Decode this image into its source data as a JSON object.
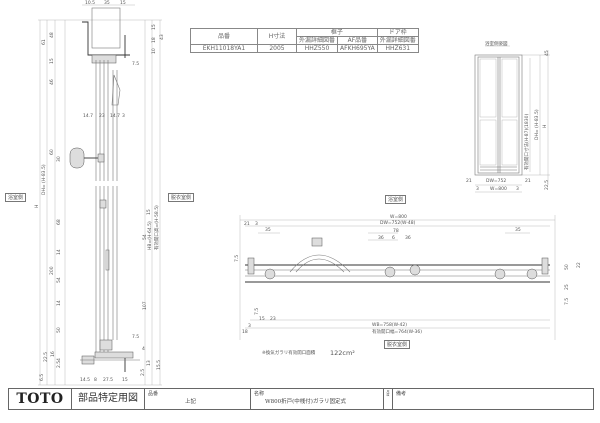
{
  "spec_table": {
    "headers": {
      "part_no": "品番",
      "h_dim": "H寸法",
      "frame": "框子",
      "door_frame": "ドア枠"
    },
    "sub_headers": [
      "外漏詳細図番",
      "AF品番",
      "外漏詳細図番"
    ],
    "row": [
      "EKH11018YA1",
      "2005",
      "HHZ550",
      "AFKH695YA",
      "HHZ631"
    ]
  },
  "section_view": {
    "side_left": "浴室側",
    "side_right": "脱衣室側",
    "top_dims": [
      "10.5",
      "35",
      "15"
    ],
    "left_dims": [
      "61",
      "48",
      "15",
      "46",
      "60",
      "30",
      "68",
      "14",
      "200",
      "54",
      "14",
      "50",
      "22.5",
      "16",
      "4",
      "2.5",
      "6.5"
    ],
    "right_dims": [
      "15",
      "18",
      "10",
      "43",
      "7.5",
      "15",
      "54",
      "107",
      "7.5",
      "4",
      "13",
      "2.5",
      "15.5"
    ],
    "mid_dims": [
      "14.7",
      "23",
      "14.7",
      "3"
    ],
    "vertical_labels": [
      "H",
      "DH= (H-83.5)",
      "HB=(H-64.5)",
      "有効開口高=(H-58.5)"
    ],
    "bottom_dims": [
      "14.5",
      "8",
      "27.5",
      "15"
    ]
  },
  "elevation_view": {
    "title": "浴室側姿図",
    "dims": [
      "45",
      "22.5",
      "H",
      "DH= (H-83.5)",
      "有効開口寸法(H-87)(1830)"
    ],
    "bottom": [
      "21",
      "DW=752",
      "21",
      "3",
      "W=800",
      "3"
    ]
  },
  "plan_view": {
    "side_top": "浴室側",
    "side_bottom": "脱衣室側",
    "top_dims": [
      "W=800",
      "DW=752(W-48)",
      "21",
      "3",
      "35",
      "78",
      "36",
      "6",
      "36",
      "35"
    ],
    "side_dims": [
      "50",
      "22",
      "25",
      "7.5",
      "7.5",
      "7.5",
      "15",
      "23",
      "3",
      "18"
    ],
    "bottom_dims": [
      "WB=758(W-42)",
      "有効開口幅=764(W-36)"
    ],
    "note": "※換気ガラリ有効開口面積",
    "area": "122cm²"
  },
  "title_block": {
    "logo": "TOTO",
    "kind": "部品特定用図",
    "part_no_label": "品番",
    "part_no_value": "上記",
    "name_label": "名称",
    "name_value": "W800折戸(中桟付)ガラリ固定式",
    "scale_label": "尺度",
    "remarks_label": "備考"
  }
}
